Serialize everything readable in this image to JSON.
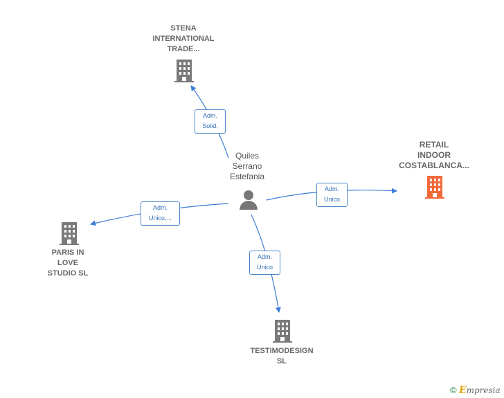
{
  "center": {
    "name_lines": [
      "Quiles",
      "Serrano",
      "Estefania"
    ]
  },
  "companies": {
    "stena": {
      "lines": [
        "STENA",
        "INTERNATIONAL",
        "TRADE..."
      ]
    },
    "retail": {
      "lines": [
        "RETAIL",
        "INDOOR",
        "COSTABLANCA..."
      ]
    },
    "paris": {
      "lines": [
        "PARIS IN",
        "LOVE",
        "STUDIO  SL"
      ]
    },
    "testimo": {
      "lines": [
        "TESTIMODESIGN",
        "SL"
      ]
    }
  },
  "roles": {
    "stena": [
      "Adm.",
      "Solid."
    ],
    "retail": [
      "Adm.",
      "Unico"
    ],
    "paris": [
      "Adm.",
      "Unico,..."
    ],
    "testimo": [
      "Adm.",
      "Unico"
    ]
  },
  "colors": {
    "edge": "#3b7dd8",
    "building": "#7a7a7a",
    "building_highlight": "#f26a3a",
    "person": "#777777"
  },
  "brand": {
    "copyright": "©",
    "name_initial": "E",
    "name_rest": "mpresia"
  }
}
